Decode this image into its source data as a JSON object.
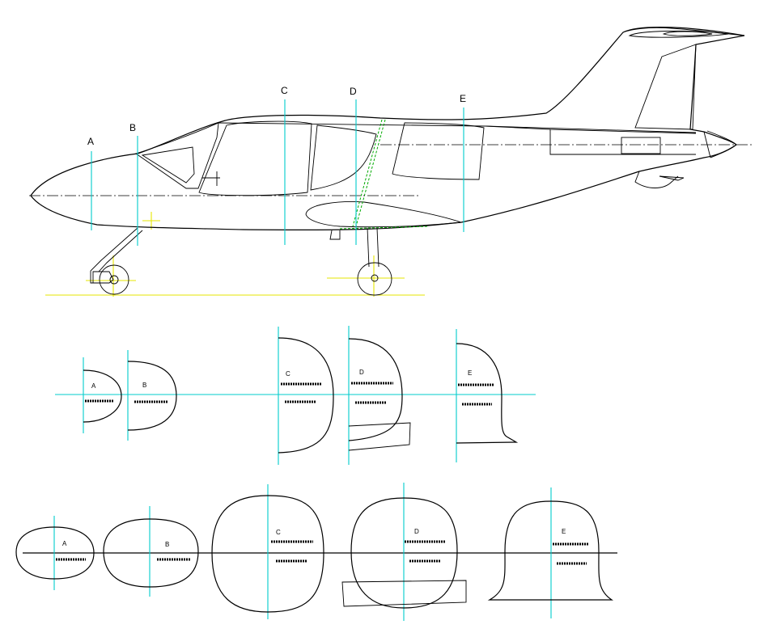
{
  "sections": {
    "a": "A",
    "b": "B",
    "c": "C",
    "d": "D",
    "e": "E"
  }
}
